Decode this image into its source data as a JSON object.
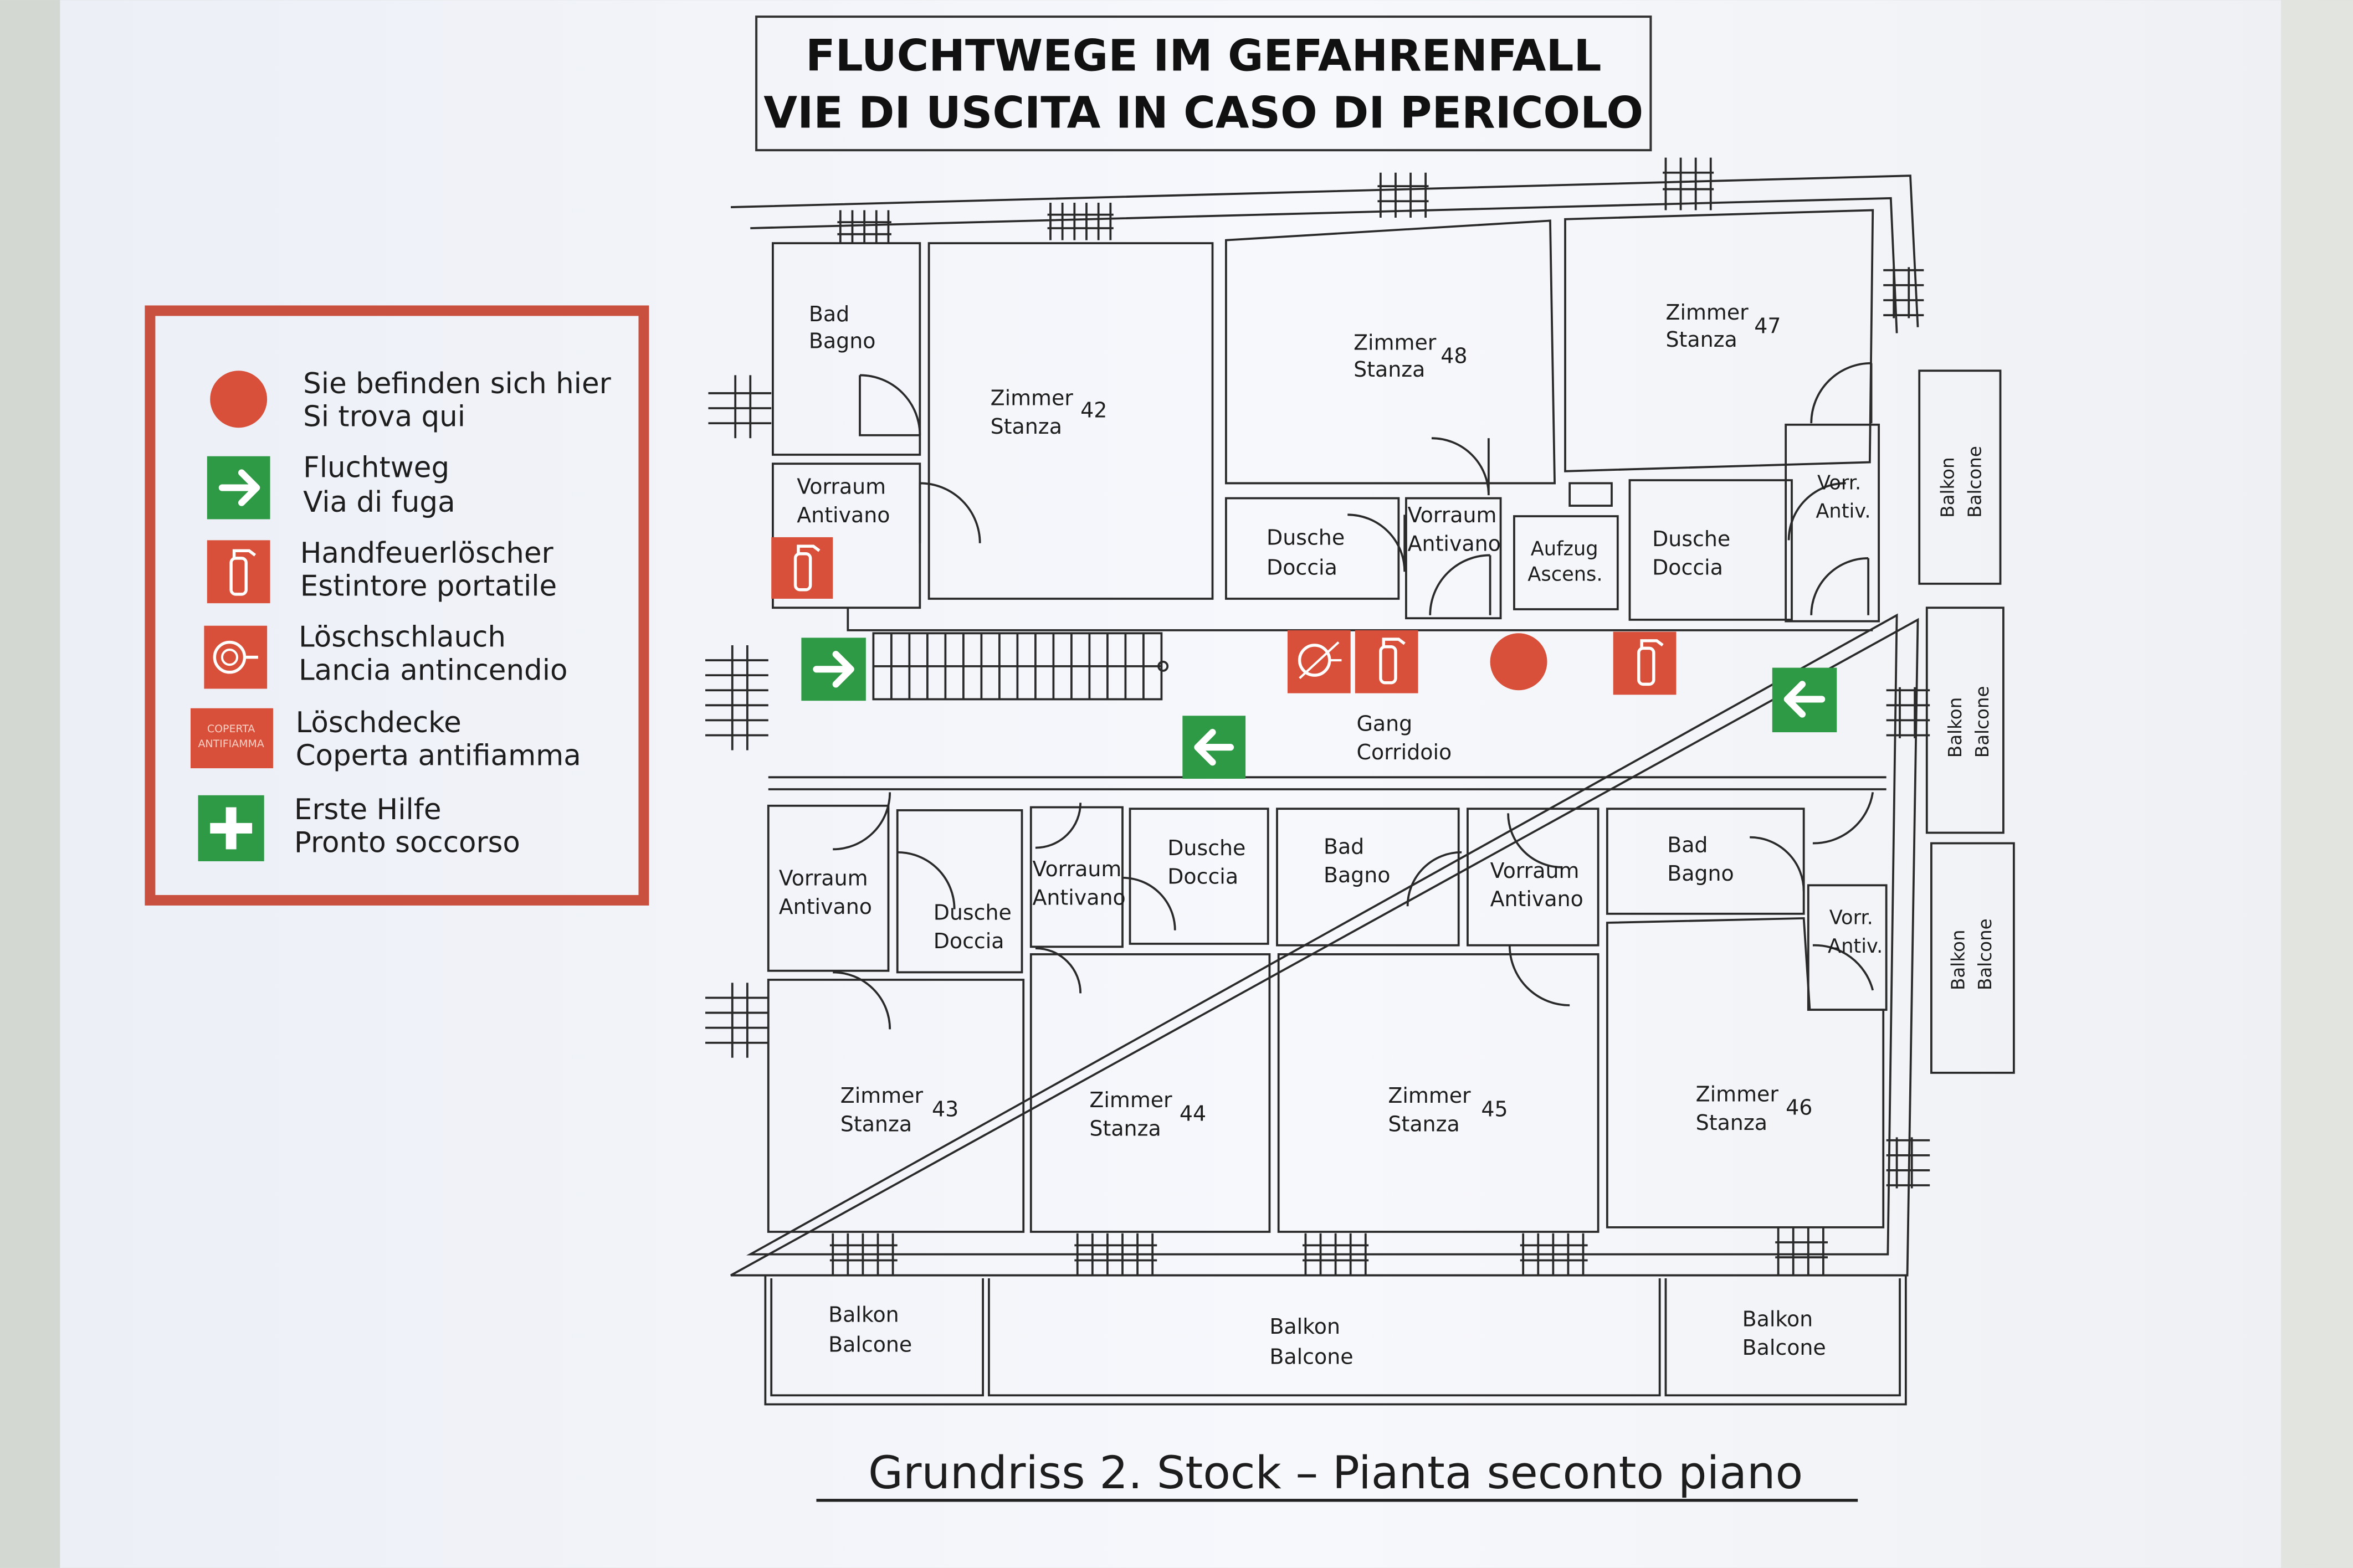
{
  "title": {
    "line1": "FLUCHTWEGE IM GEFAHRENFALL",
    "line2": "VIE DI USCITA IN CASO DI PERICOLO"
  },
  "legend": {
    "items": [
      {
        "de": "Sie befinden sich hier",
        "it": "Si trova qui",
        "icon": "location-dot-icon",
        "color": "#d9503a"
      },
      {
        "de": "Fluchtweg",
        "it": "Via di fuga",
        "icon": "arrow-right-icon",
        "color": "#2e9a45"
      },
      {
        "de": "Handfeuerlöscher",
        "it": "Estintore portatile",
        "icon": "fire-extinguisher-icon",
        "color": "#d9503a"
      },
      {
        "de": "Löschschlauch",
        "it": "Lancia antincendio",
        "icon": "fire-hose-icon",
        "color": "#d9503a"
      },
      {
        "de": "Löschdecke",
        "it": "Coperta antifiamma",
        "icon": "fire-blanket-icon",
        "color": "#d9503a",
        "icon_text1": "COPERTA",
        "icon_text2": "ANTIFIAMMA"
      },
      {
        "de": "Erste Hilfe",
        "it": "Pronto soccorso",
        "icon": "first-aid-cross-icon",
        "color": "#2e9a45"
      }
    ]
  },
  "rooms": {
    "bad_top": {
      "l1": "Bad",
      "l2": "Bagno"
    },
    "z42": {
      "l1": "Zimmer",
      "l2": "Stanza",
      "num": "42"
    },
    "z48": {
      "l1": "Zimmer",
      "l2": "Stanza",
      "num": "48"
    },
    "z47": {
      "l1": "Zimmer",
      "l2": "Stanza",
      "num": "47"
    },
    "vorraum_left": {
      "l1": "Vorraum",
      "l2": "Antivano"
    },
    "dusche_mid": {
      "l1": "Dusche",
      "l2": "Doccia"
    },
    "vorraum_mid": {
      "l1": "Vorraum",
      "l2": "Antivano"
    },
    "aufzug": {
      "l1": "Aufzug",
      "l2": "Ascens."
    },
    "dusche_right": {
      "l1": "Dusche",
      "l2": "Doccia"
    },
    "vorr_top": {
      "l1": "Vorr.",
      "l2": "Antiv."
    },
    "balkon_r1": {
      "l1": "Balkon",
      "l2": "Balcone"
    },
    "balkon_r2": {
      "l1": "Balkon",
      "l2": "Balcone"
    },
    "balkon_r3": {
      "l1": "Balkon",
      "l2": "Balcone"
    },
    "gang": {
      "l1": "Gang",
      "l2": "Corridoio"
    },
    "vorraum_b1": {
      "l1": "Vorraum",
      "l2": "Antivano"
    },
    "dusche_b1": {
      "l1": "Dusche",
      "l2": "Doccia"
    },
    "vorraum_b2": {
      "l1": "Vorraum",
      "l2": "Antivano"
    },
    "dusche_b2": {
      "l1": "Dusche",
      "l2": "Doccia"
    },
    "bad_b": {
      "l1": "Bad",
      "l2": "Bagno"
    },
    "vorraum_b3": {
      "l1": "Vorraum",
      "l2": "Antivano"
    },
    "bad_b2": {
      "l1": "Bad",
      "l2": "Bagno"
    },
    "vorr_b": {
      "l1": "Vorr.",
      "l2": "Antiv."
    },
    "z43": {
      "l1": "Zimmer",
      "l2": "Stanza",
      "num": "43"
    },
    "z44": {
      "l1": "Zimmer",
      "l2": "Stanza",
      "num": "44"
    },
    "z45": {
      "l1": "Zimmer",
      "l2": "Stanza",
      "num": "45"
    },
    "z46": {
      "l1": "Zimmer",
      "l2": "Stanza",
      "num": "46"
    },
    "balkon_b1": {
      "l1": "Balkon",
      "l2": "Balcone"
    },
    "balkon_b2": {
      "l1": "Balkon",
      "l2": "Balcone"
    },
    "balkon_b3": {
      "l1": "Balkon",
      "l2": "Balcone"
    }
  },
  "caption": "Grundriss 2. Stock – Pianta seconto piano",
  "colors": {
    "red": "#d9503a",
    "green": "#2e9a45",
    "line": "#222222",
    "paper": "#f6f7fb",
    "wall": "#d9ddd8"
  }
}
